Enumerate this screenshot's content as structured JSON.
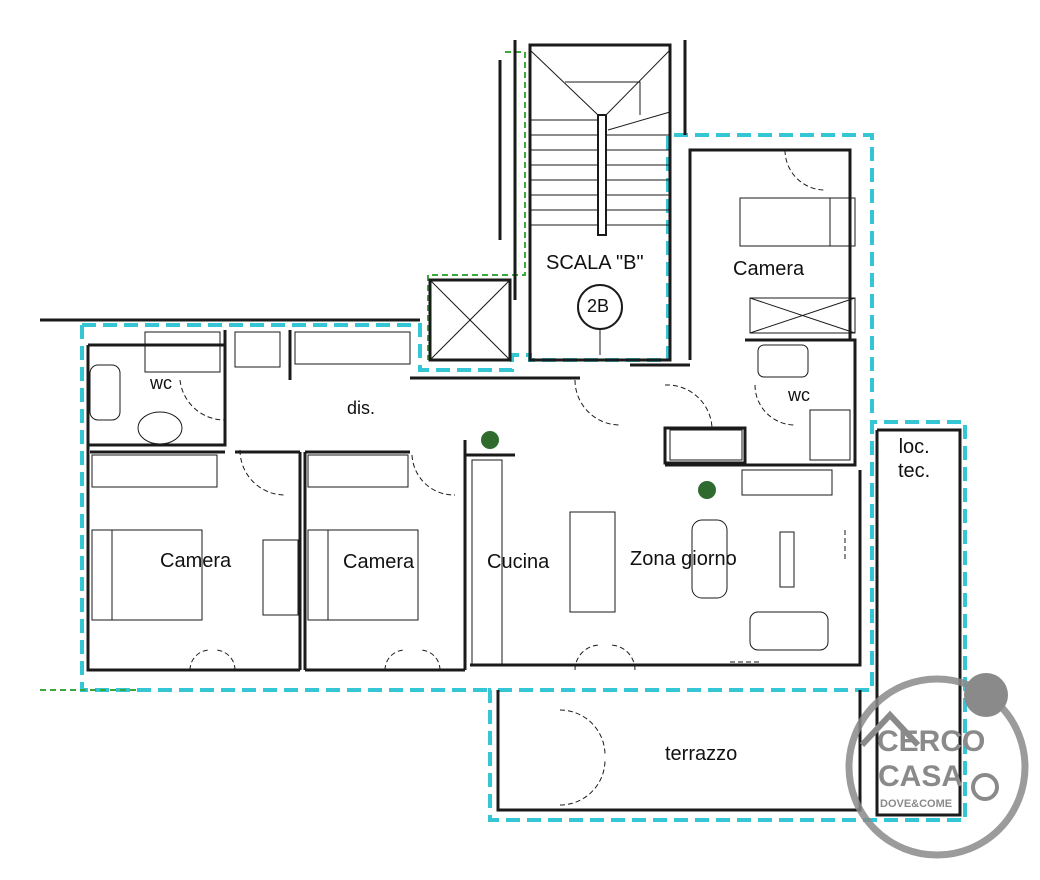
{
  "rooms": {
    "scala": "SCALA \"B\"",
    "scala_badge": "2B",
    "camera_top": "Camera",
    "wc_left": "wc",
    "dis": "dis.",
    "wc_right": "wc",
    "camera_left": "Camera",
    "camera_mid": "Camera",
    "cucina": "Cucina",
    "zona_giorno": "Zona giorno",
    "loc_tec_line1": "loc.",
    "loc_tec_line2": "tec.",
    "terrazzo": "terrazzo"
  },
  "logo": {
    "line1": "CERCO",
    "line2": "CASA",
    "tagline": "DOVE&COME"
  },
  "colors": {
    "wall": "#1a1a1a",
    "boundary": "#35c6d6",
    "green_line": "#3aa83a",
    "logo_gray": "#8a8a8a"
  }
}
